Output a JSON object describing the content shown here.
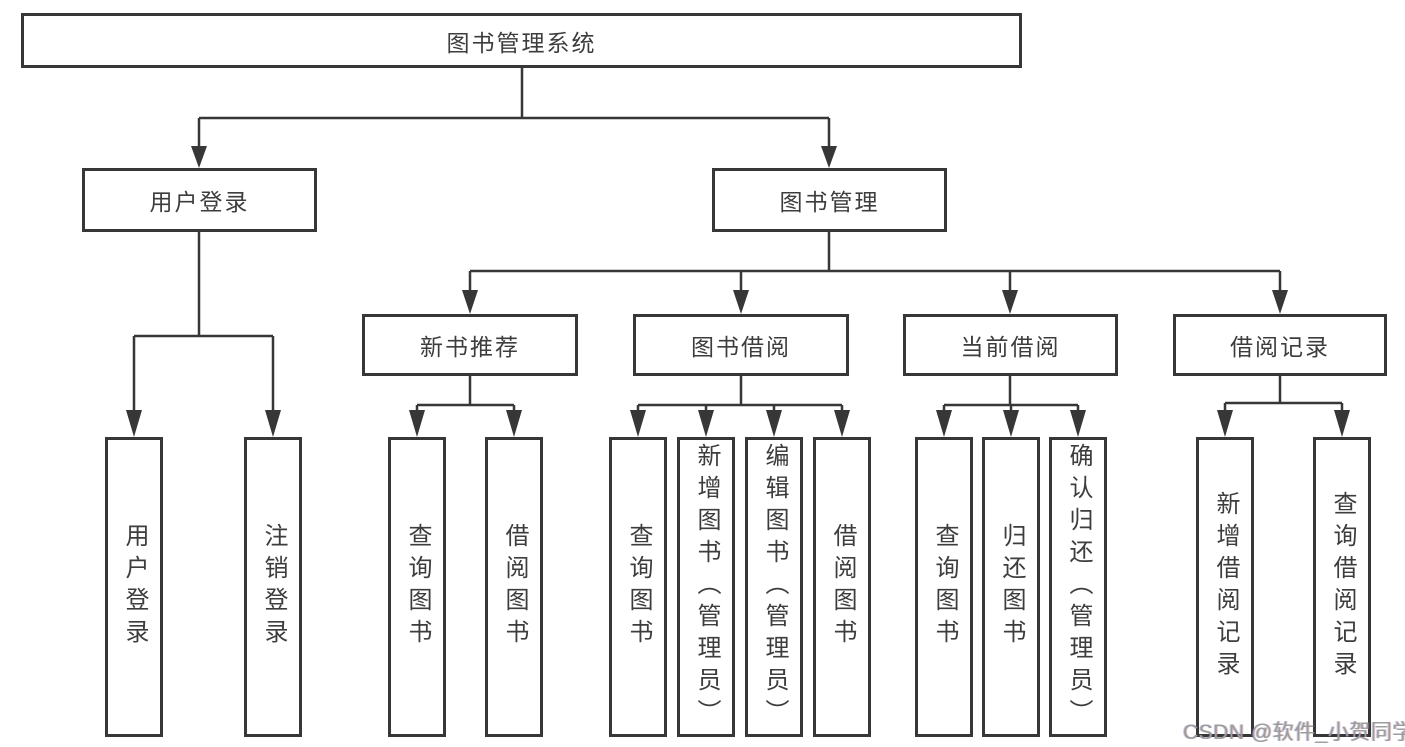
{
  "tree": {
    "root": {
      "label": "图书管理系统",
      "children": [
        {
          "label": "用户登录",
          "children": [
            {
              "label": "用户登录"
            },
            {
              "label": "注销登录"
            }
          ]
        },
        {
          "label": "图书管理",
          "children": [
            {
              "label": "新书推荐",
              "children": [
                {
                  "label": "查询图书"
                },
                {
                  "label": "借阅图书"
                }
              ]
            },
            {
              "label": "图书借阅",
              "children": [
                {
                  "label": "查询图书"
                },
                {
                  "label": "新增图书（管理员）"
                },
                {
                  "label": "编辑图书（管理员）"
                },
                {
                  "label": "借阅图书"
                }
              ]
            },
            {
              "label": "当前借阅",
              "children": [
                {
                  "label": "查询图书"
                },
                {
                  "label": "归还图书"
                },
                {
                  "label": "确认归还（管理员）"
                }
              ]
            },
            {
              "label": "借阅记录",
              "children": [
                {
                  "label": "新增借阅记录"
                },
                {
                  "label": "查询借阅记录"
                }
              ]
            }
          ]
        }
      ]
    }
  },
  "watermark": {
    "text": "CSDN @软件_小贺同学"
  },
  "colors": {
    "line": "#373737",
    "text": "#3d3d3d",
    "watermark": "#9c9c9c",
    "background": "#ffffff"
  }
}
